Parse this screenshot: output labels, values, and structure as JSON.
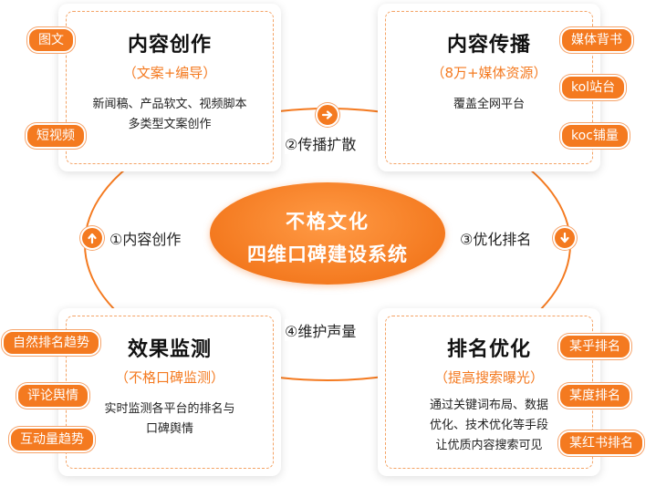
{
  "center": {
    "line1": "不格文化",
    "line2": "四维口碑建设系统"
  },
  "cards": {
    "top_left": {
      "title": "内容创作",
      "subtitle": "（文案+编导）",
      "desc1": "新闻稿、产品软文、视频脚本",
      "desc2": "多类型文案创作"
    },
    "top_right": {
      "title": "内容传播",
      "subtitle": "（8万+媒体资源）",
      "desc1": "覆盖全网平台",
      "desc2": ""
    },
    "bottom_left": {
      "title": "效果监测",
      "subtitle": "（不格口碑监测）",
      "desc1": "实时监测各平台的排名与",
      "desc2": "口碑舆情"
    },
    "bottom_right": {
      "title": "排名优化",
      "subtitle": "（提高搜索曝光）",
      "desc1": "通过关键词布局、数据",
      "desc2": "优化、技术优化等手段",
      "desc3": "让优质内容搜索可见"
    }
  },
  "steps": {
    "s1": "①内容创作",
    "s2": "②传播扩散",
    "s3": "③优化排名",
    "s4": "④维护声量"
  },
  "tags": {
    "t1": "图文",
    "t2": "短视频",
    "t3": "媒体背书",
    "t4": "kol站台",
    "t5": "koc铺量",
    "t6": "自然排名趋势",
    "t7": "评论舆情",
    "t8": "互动量趋势",
    "t9": "某乎排名",
    "t10": "某度排名",
    "t11": "某红书排名"
  },
  "colors": {
    "accent": "#f47a20",
    "dashed_border": "#f4a365"
  },
  "icons": [
    "arrow-right-icon",
    "arrow-up-icon",
    "arrow-down-icon"
  ]
}
